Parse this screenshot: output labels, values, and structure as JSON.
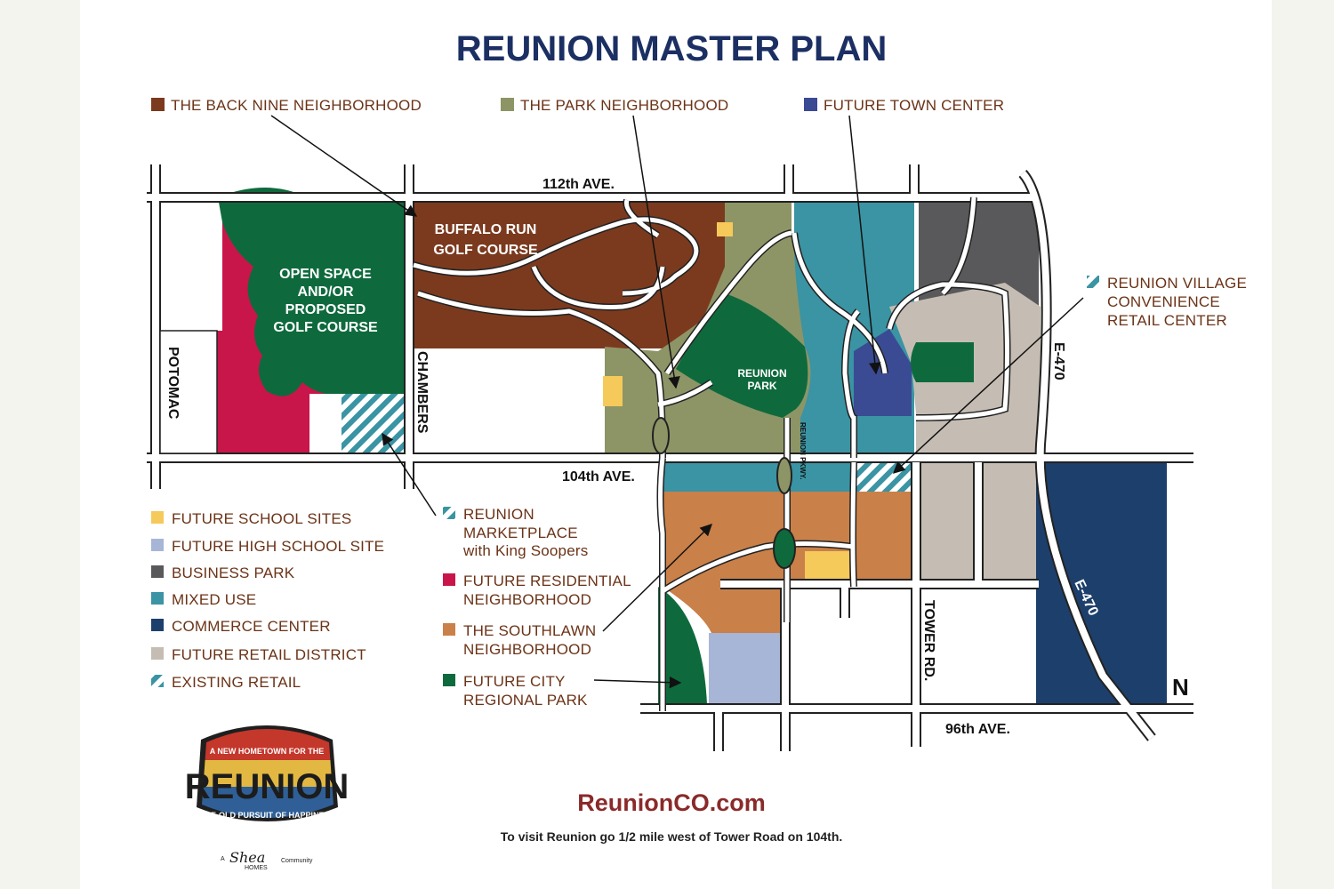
{
  "title": "REUNION MASTER PLAN",
  "legend_top": [
    {
      "label": "THE BACK NINE NEIGHBORHOOD",
      "color": "#7b3a1e"
    },
    {
      "label": "THE PARK NEIGHBORHOOD",
      "color": "#8d9566"
    },
    {
      "label": "FUTURE TOWN CENTER",
      "color": "#3a4b93"
    }
  ],
  "legend_left": [
    {
      "label": "FUTURE SCHOOL SITES",
      "color": "#f5c95a"
    },
    {
      "label": "FUTURE HIGH SCHOOL SITE",
      "color": "#a7b5d6"
    },
    {
      "label": "BUSINESS PARK",
      "color": "#59595b"
    },
    {
      "label": "MIXED USE",
      "color": "#3a94a3"
    },
    {
      "label": "COMMERCE CENTER",
      "color": "#1d3f6b"
    },
    {
      "label": "FUTURE RETAIL DISTRICT",
      "color": "#c5bdb3"
    },
    {
      "label": "EXISTING RETAIL",
      "color": "#3a94a3",
      "hatched": true
    }
  ],
  "legend_middle": {
    "marketplace": {
      "lines": [
        "REUNION",
        "MARKETPLACE",
        "with King Soopers"
      ],
      "hatched": true
    },
    "residential": {
      "lines": [
        "FUTURE RESIDENTIAL",
        "NEIGHBORHOOD"
      ],
      "color": "#c8164a"
    },
    "southlawn": {
      "lines": [
        "THE SOUTHLAWN",
        "NEIGHBORHOOD"
      ],
      "color": "#c98049"
    },
    "regional_park": {
      "lines": [
        "FUTURE CITY",
        "REGIONAL PARK"
      ],
      "color": "#0e6a3d"
    }
  },
  "legend_right": {
    "village_retail": {
      "lines": [
        "REUNION VILLAGE",
        "CONVENIENCE",
        "RETAIL CENTER"
      ],
      "hatched": true
    }
  },
  "roads": {
    "ave_112": "112th AVE.",
    "ave_104": "104th AVE.",
    "ave_96": "96th AVE.",
    "potomac": "POTOMAC",
    "chambers": "CHAMBERS",
    "tower": "TOWER RD.",
    "e470_top": "E-470",
    "e470_bottom": "E-470",
    "reunion_pkwy": "REUNION PKWY."
  },
  "areas": {
    "buffalo_run": [
      "BUFFALO RUN",
      "GOLF COURSE"
    ],
    "open_space": [
      "OPEN SPACE",
      "AND/OR",
      "PROPOSED",
      "GOLF COURSE"
    ],
    "reunion_park": [
      "REUNION",
      "PARK"
    ]
  },
  "north_label": "N",
  "website": "ReunionCO.com",
  "visit_text": "To visit Reunion go 1/2 mile west of Tower Road on 104th.",
  "logo": {
    "top_arc": "A NEW HOMETOWN FOR THE",
    "name": "REUNION",
    "bottom_arc": "AGE-OLD PURSUIT OF HAPPINESS",
    "prefix": "A",
    "brand": "Shea",
    "brand_sub": "HOMES",
    "suffix": "Community"
  },
  "colors": {
    "title": "#1b2f63",
    "legend_text": "#6b3317",
    "road": "#ffffff",
    "road_edge": "#222222"
  }
}
